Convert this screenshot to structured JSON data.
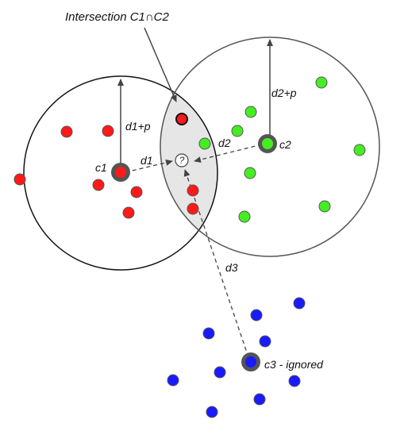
{
  "labels": {
    "intersection": "Intersection C1∩C2",
    "c1": "c1",
    "c2": "c2",
    "c3": "c3 - ignored",
    "d1": "d1",
    "d2": "d2",
    "d3": "d3",
    "d1p": "d1+p",
    "d2p": "d2+p",
    "query": "?"
  },
  "colors": {
    "cluster1": "#ff1a1a",
    "cluster2": "#44ee22",
    "cluster3": "#1a1aff",
    "intersection_fill": "#e6e6e6",
    "outline": "#444444"
  }
}
